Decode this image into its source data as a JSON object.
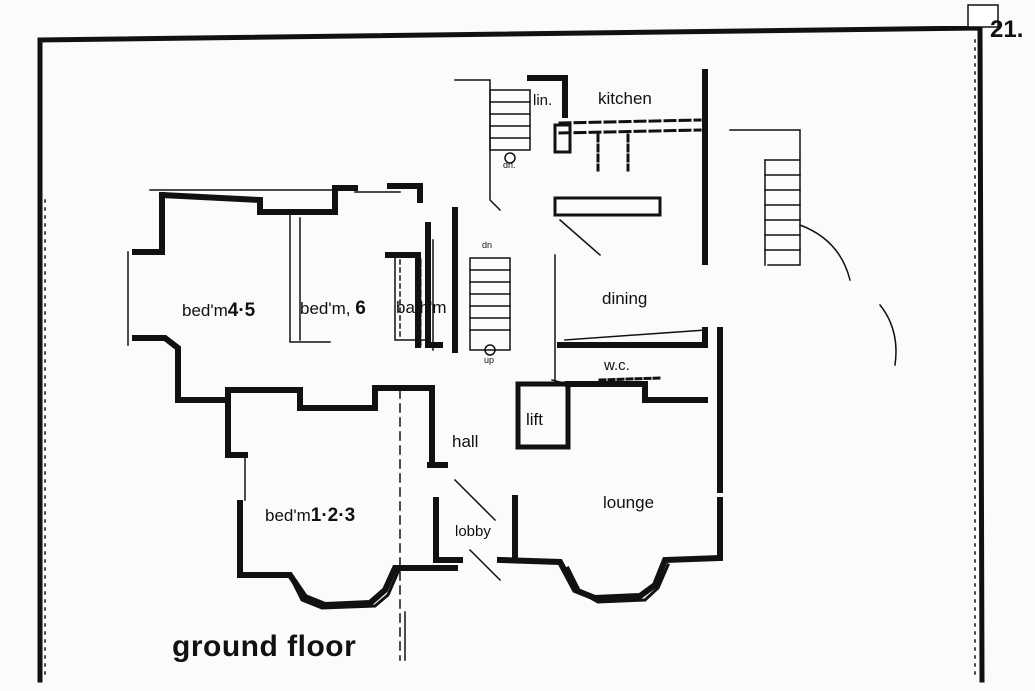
{
  "page_number": "21.",
  "title": "ground floor",
  "rooms": {
    "lin": "lin.",
    "kitchen": "kitchen",
    "bed45_prefix": "bed'm",
    "bed45_num": "4·5",
    "bed6_prefix": "bed'm,",
    "bed6_num": "6",
    "bathroom": "bath'm",
    "dining": "dining",
    "wc": "w.c.",
    "lift": "lift",
    "hall": "hall",
    "bed123_prefix": "bed'm",
    "bed123_num": "1·2·3",
    "lounge": "lounge",
    "lobby": "lobby"
  },
  "stair_marks": {
    "dn_top": "dn.",
    "dn_mid": "dn",
    "up": "up"
  }
}
